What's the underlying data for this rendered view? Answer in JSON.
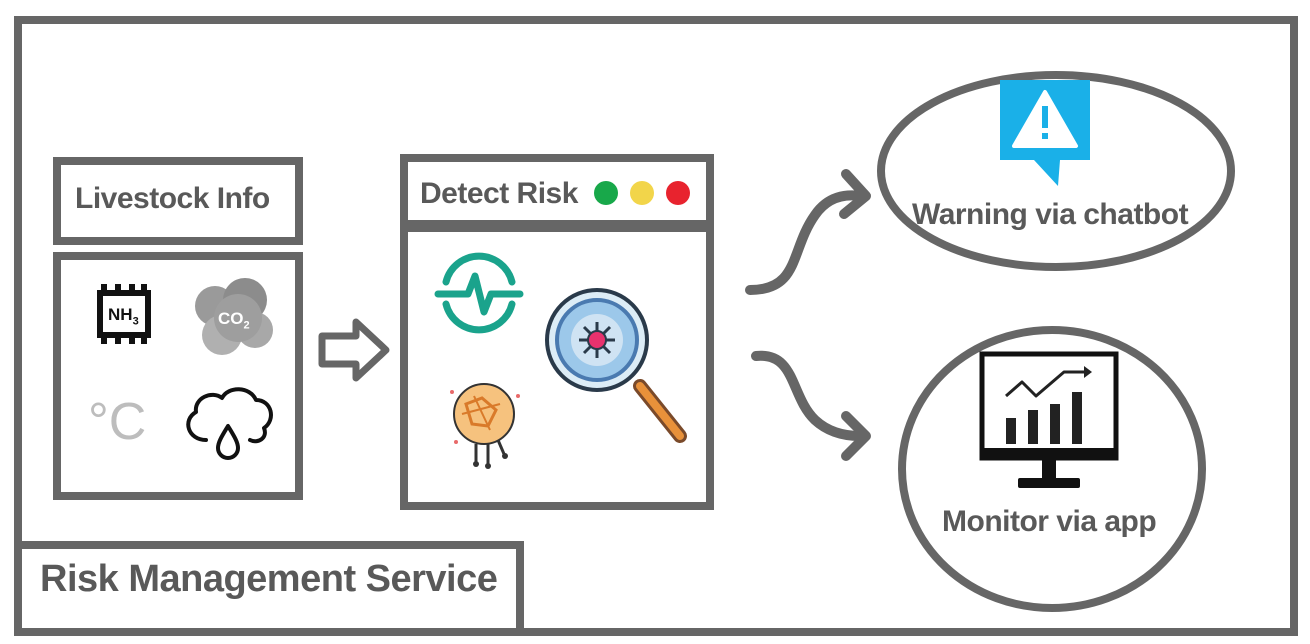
{
  "diagram": {
    "title": "Risk Management Service",
    "colors": {
      "border": "#666666",
      "text": "#595959",
      "teal": "#1aa38c",
      "alert_blue": "#1ab0e8",
      "light_green_dot": "#18a84a",
      "yellow_dot": "#f2d54a",
      "red_dot": "#e8232e"
    },
    "input_panel": {
      "header": "Livestock Info",
      "icons": [
        {
          "name": "nh3-sensor-icon",
          "label": "NH3"
        },
        {
          "name": "co2-cloud-icon",
          "label": "CO2"
        },
        {
          "name": "temperature-icon",
          "label": "°C"
        },
        {
          "name": "humidity-cloud-icon"
        }
      ]
    },
    "detect_panel": {
      "header": "Detect Risk",
      "status_dots": [
        "green",
        "yellow",
        "red"
      ],
      "icons": [
        "heart-rate-icon",
        "ai-brain-icon",
        "magnifier-virus-icon"
      ]
    },
    "outputs": [
      {
        "label": "Warning via chatbot",
        "icon": "alert-bubble-icon"
      },
      {
        "label": "Monitor via app",
        "icon": "monitor-chart-icon"
      }
    ]
  }
}
